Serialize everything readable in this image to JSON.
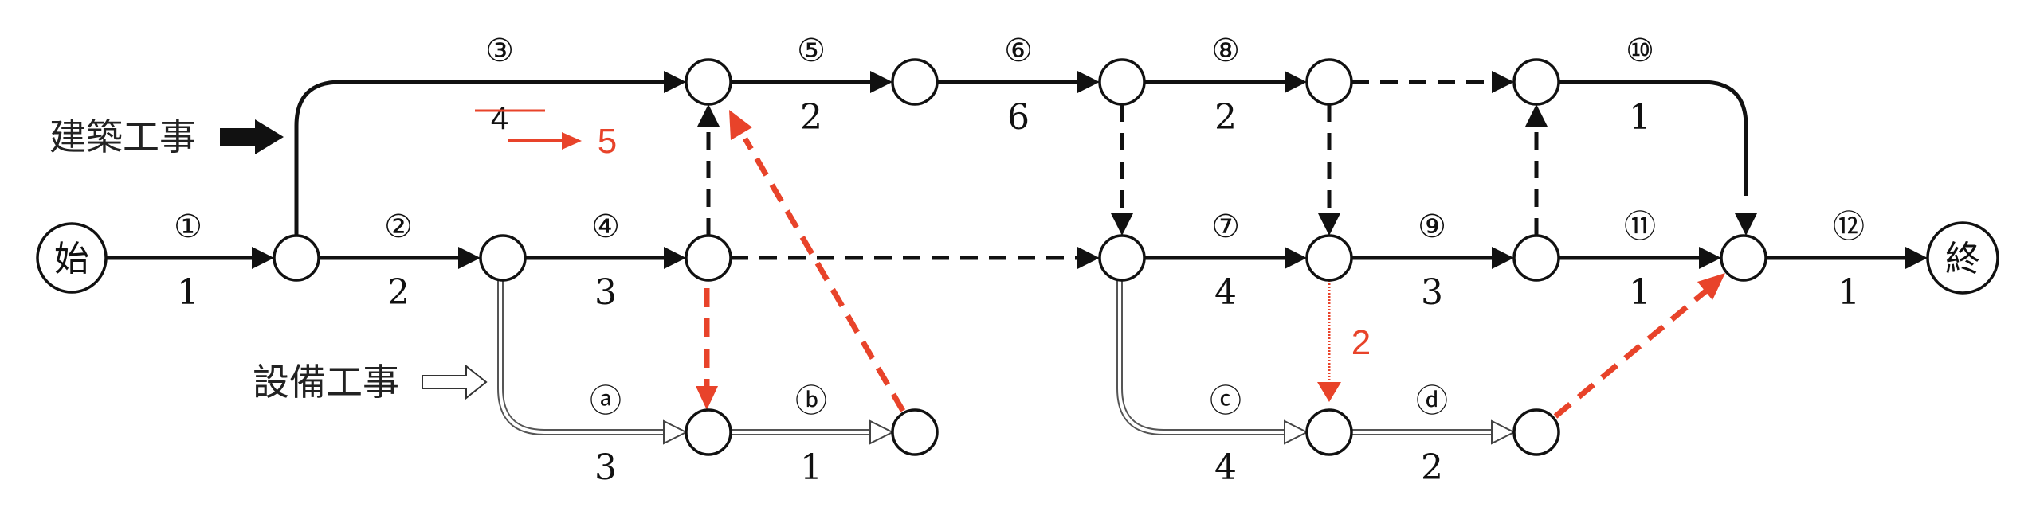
{
  "legend": {
    "architecture_label": "建築工事",
    "equipment_label": "設備工事"
  },
  "nodes": {
    "start_label": "始",
    "end_label": "終"
  },
  "activities": [
    {
      "id": "①",
      "duration": "1",
      "kind": "architecture"
    },
    {
      "id": "②",
      "duration": "2",
      "kind": "architecture"
    },
    {
      "id": "③",
      "duration": "4",
      "kind": "architecture",
      "revised_duration": "5"
    },
    {
      "id": "④",
      "duration": "3",
      "kind": "architecture"
    },
    {
      "id": "⑤",
      "duration": "2",
      "kind": "architecture"
    },
    {
      "id": "⑥",
      "duration": "6",
      "kind": "architecture"
    },
    {
      "id": "⑦",
      "duration": "4",
      "kind": "architecture"
    },
    {
      "id": "⑧",
      "duration": "2",
      "kind": "architecture"
    },
    {
      "id": "⑨",
      "duration": "3",
      "kind": "architecture"
    },
    {
      "id": "⑩",
      "duration": "1",
      "kind": "architecture"
    },
    {
      "id": "⑪",
      "duration": "1",
      "kind": "architecture"
    },
    {
      "id": "⑫",
      "duration": "1",
      "kind": "architecture"
    },
    {
      "id": "ⓐ",
      "duration": "3",
      "kind": "equipment"
    },
    {
      "id": "ⓑ",
      "duration": "1",
      "kind": "equipment"
    },
    {
      "id": "ⓒ",
      "duration": "4",
      "kind": "equipment"
    },
    {
      "id": "ⓓ",
      "duration": "2",
      "kind": "equipment"
    }
  ],
  "annotations": {
    "added_dependency_lag": "2",
    "color": "#e8432a"
  },
  "colors": {
    "line": "#111111",
    "annotation": "#e8432a"
  }
}
